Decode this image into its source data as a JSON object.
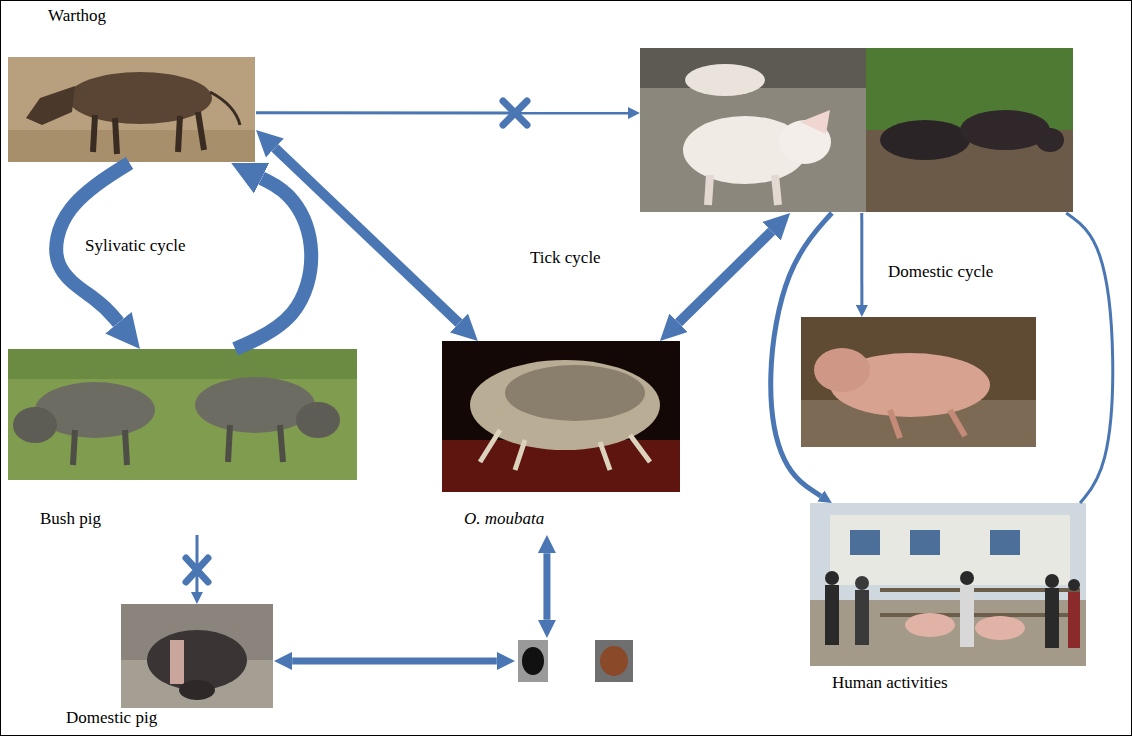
{
  "diagram": {
    "nodes": [
      {
        "text": [
          "Warthog"
        ]
      },
      {
        "text": []
      },
      {
        "text": [
          "Bush pig"
        ]
      },
      {
        "text": [
          "O. moubata"
        ]
      },
      {
        "text": []
      },
      {
        "text": [
          "Domestic pig"
        ]
      },
      {
        "text": []
      },
      {
        "text": [
          "Human activities"
        ]
      }
    ],
    "edges": [
      {
        "from": 0,
        "to": 1,
        "arrow": "to"
      },
      {
        "from": 0,
        "to": 2,
        "arrow": "to"
      },
      {
        "from": 2,
        "to": 0,
        "arrow": "to"
      },
      {
        "from": 0,
        "to": 3,
        "arrow": "both"
      },
      {
        "from": 1,
        "to": 3,
        "arrow": "both"
      },
      {
        "from": 1,
        "to": 4,
        "arrow": "to"
      },
      {
        "from": 1,
        "to": 7,
        "arrow": "to"
      },
      {
        "from": 7,
        "to": 1,
        "arrow": "none"
      },
      {
        "from": 2,
        "to": 5,
        "arrow": "to"
      },
      {
        "from": 5,
        "to": 6,
        "arrow": "both"
      },
      {
        "from": 6,
        "to": 3,
        "arrow": "both"
      }
    ],
    "labels": [
      "Sylivatic cycle",
      "Tick cycle",
      "Domestic cycle"
    ]
  }
}
